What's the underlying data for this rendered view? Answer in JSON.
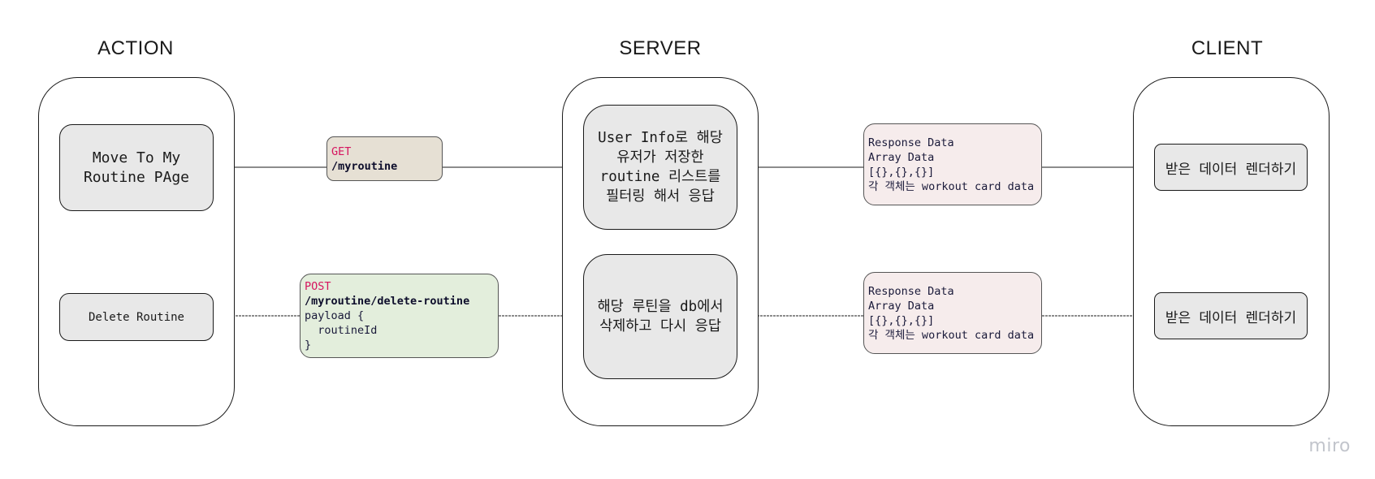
{
  "columns": {
    "action": "ACTION",
    "server": "SERVER",
    "client": "CLIENT"
  },
  "actions": {
    "move_line1": "Move To My",
    "move_line2": "Routine PAge",
    "delete": "Delete Routine"
  },
  "requests": {
    "get": {
      "method": "GET",
      "path": "/myroutine"
    },
    "post": {
      "method": "POST",
      "path": "/myroutine/delete-routine",
      "payload_open": "payload {",
      "payload_field": "  routineId",
      "payload_close": "}"
    }
  },
  "server": {
    "filter_line1": "User Info로 해당",
    "filter_line2": "유저가 저장한",
    "filter_line3": "routine 리스트를",
    "filter_line4": "필터링 해서 응답",
    "delete_line1": "해당 루틴을 db에서",
    "delete_line2": "삭제하고 다시 응답"
  },
  "responses": {
    "top": {
      "line1": "Response Data",
      "line2": "Array Data",
      "line3": "[{},{},{}]",
      "line4": "각 객체는 workout card data"
    },
    "bottom": {
      "line1": "Response Data",
      "line2": "Array Data",
      "line3": "[{},{},{}]",
      "line4": "각 객체는 workout card data"
    }
  },
  "client": {
    "render_top": "받은 데이터 렌더하기",
    "render_bottom": "받은 데이터 렌더하기"
  },
  "brand": "miro",
  "colors": {
    "get_note_bg": "#e6e0d4",
    "post_note_bg": "#e3eedc",
    "response_note_bg": "#f6ecec",
    "box_bg": "#e8e8e8",
    "method_text": "#d6165f"
  }
}
